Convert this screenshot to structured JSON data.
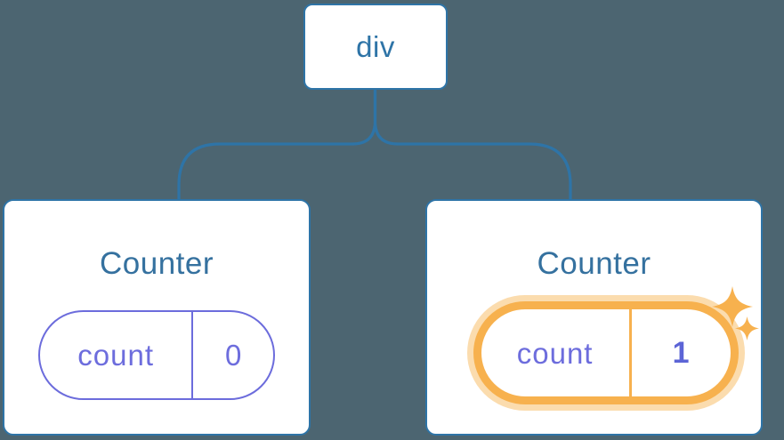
{
  "diagram": {
    "description": "Component tree: a div root element with two Counter children, each holding independent count state; second counter highlighted after update",
    "root": {
      "label": "div"
    },
    "children": [
      {
        "title": "Counter",
        "state": {
          "key": "count",
          "value": "0"
        },
        "highlighted": false
      },
      {
        "title": "Counter",
        "state": {
          "key": "count",
          "value": "1"
        },
        "highlighted": true
      }
    ],
    "colors": {
      "background": "#4c6571",
      "line_blue": "#2e74a7",
      "title_blue": "#35719f",
      "state_purple": "#6d6ddd",
      "value_bold_purple": "#5c64d6",
      "highlight_orange": "#f7b14e",
      "highlight_glow": "#fbdcae",
      "card_background": "#ffffff"
    }
  }
}
